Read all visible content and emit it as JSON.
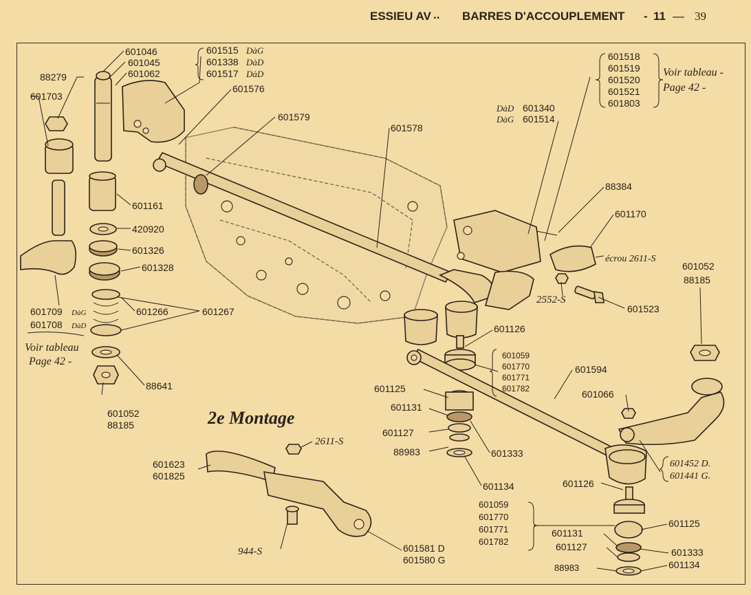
{
  "header": {
    "left": "ESSIEU AV",
    "dots": "..",
    "right": "BARRES D'ACCOUPLEMENT",
    "dash1": "-",
    "section": "11",
    "dash2": "—",
    "page": "39"
  },
  "note_left": {
    "line1": "Voir tableau",
    "line2": "Page 42 -"
  },
  "note_right": {
    "line1": "Voir tableau -",
    "line2": "Page 42 -"
  },
  "montage_title": "2e Montage",
  "labels": {
    "p601046": "601046",
    "p601045": "601045",
    "p601062": "601062",
    "p88279": "88279",
    "p601703": "601703",
    "p601515": "601515",
    "p601338": "601338",
    "p601517": "601517",
    "t601515": "DàG",
    "t601338": "DàD",
    "t601517": "DàD",
    "p601576": "601576",
    "p601579": "601579",
    "p601578": "601578",
    "p601161": "601161",
    "p420920": "420920",
    "p601326": "601326",
    "p601328": "601328",
    "p601266": "601266",
    "p601267": "601267",
    "p601709": "601709",
    "t601709": "DàG",
    "p601708": "601708",
    "t601708": "DàD",
    "p88641": "88641",
    "p601052a": "601052",
    "p88185a": "88185",
    "p601518": "601518",
    "p601519": "601519",
    "p601520": "601520",
    "p601521": "601521",
    "p601803": "601803",
    "p601340": "601340",
    "t601340": "DàD",
    "p601514": "601514",
    "t601514": "DàG",
    "p88384": "88384",
    "p601170": "601170",
    "ecrou": "écrou 2611-S",
    "p2552": "2552-S",
    "p601523": "601523",
    "p601052b": "601052",
    "p88185b": "88185",
    "p601126a": "601126",
    "p601059a": "601059",
    "p601770a": "601770",
    "p601771a": "601771",
    "p601782a": "601782",
    "p601594": "601594",
    "p601125a": "601125",
    "p601131a": "601131",
    "p601127a": "601127",
    "p88983a": "88983",
    "p601333a": "601333",
    "p601134a": "601134",
    "p601066": "601066",
    "p601452": "601452 D.",
    "p601441": "601441 G.",
    "p2611s": "2611-S",
    "p601623": "601623",
    "p601825": "601825",
    "p944s": "944-S",
    "p601581": "601581 D",
    "p601580": "601580 G",
    "p601126b": "601126",
    "p601059b": "601059",
    "p601770b": "601770",
    "p601771b": "601771",
    "p601782b": "601782",
    "p601125b": "601125",
    "p601131b": "601131",
    "p601127b": "601127",
    "p601333b": "601333",
    "p88983b": "88983",
    "p601134b": "601134"
  }
}
